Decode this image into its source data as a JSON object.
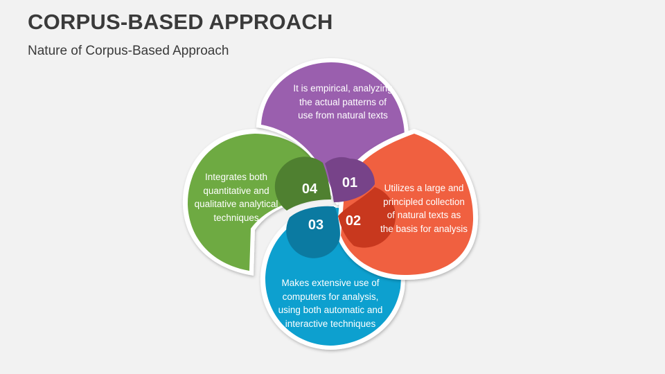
{
  "header": {
    "title": "CORPUS-BASED APPROACH",
    "subtitle": "Nature of Corpus-Based Approach"
  },
  "colors": {
    "background": "#f2f2f2",
    "purple": "#9a5fae",
    "purple_dark": "#774389",
    "red": "#f0603f",
    "red_dark": "#c8381e",
    "blue": "#0fa0cf",
    "blue_dark": "#0b7aa1",
    "green": "#6eaa43",
    "green_dark": "#4f8030"
  },
  "items": [
    {
      "number": "01",
      "text": "It is empirical, analyzing the actual patterns of use from natural texts"
    },
    {
      "number": "02",
      "text": "Utilizes a large and principled collection of natural texts as the basis for analysis"
    },
    {
      "number": "03",
      "text": "Makes extensive use of computers for analysis, using both automatic and interactive techniques"
    },
    {
      "number": "04",
      "text": "Integrates both quantitative and qualitative analytical techniques"
    }
  ]
}
